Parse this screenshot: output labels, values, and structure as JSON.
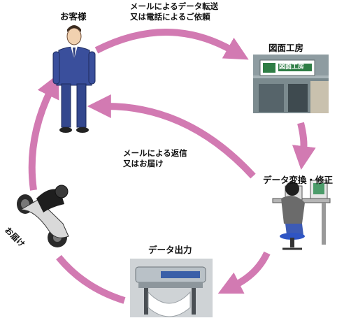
{
  "nodes": {
    "customer": {
      "label": "お客様"
    },
    "studio": {
      "label": "図面工房",
      "sign_text": "図面工房"
    },
    "conversion": {
      "label": "データ変換・修正"
    },
    "output": {
      "label": "データ出力"
    },
    "delivery": {
      "label": "お届け"
    }
  },
  "flows": {
    "request": {
      "line1": "メールによるデータ転送",
      "line2": "又は電話によるご依頼"
    },
    "reply": {
      "line1": "メールによる返信",
      "line2": "又はお届け"
    }
  },
  "colors": {
    "arrow": "#d27ab2",
    "suit": "#3a4f9c",
    "building": "#7b8a8e",
    "sign_green": "#2f7d45",
    "plotter": "#b9c1c7",
    "scooter": "#2a2a2a"
  },
  "icons": {
    "customer": "businessman-icon",
    "studio": "office-building-icon",
    "conversion": "computer-operator-icon",
    "output": "large-format-plotter-icon",
    "delivery": "delivery-scooter-icon"
  }
}
